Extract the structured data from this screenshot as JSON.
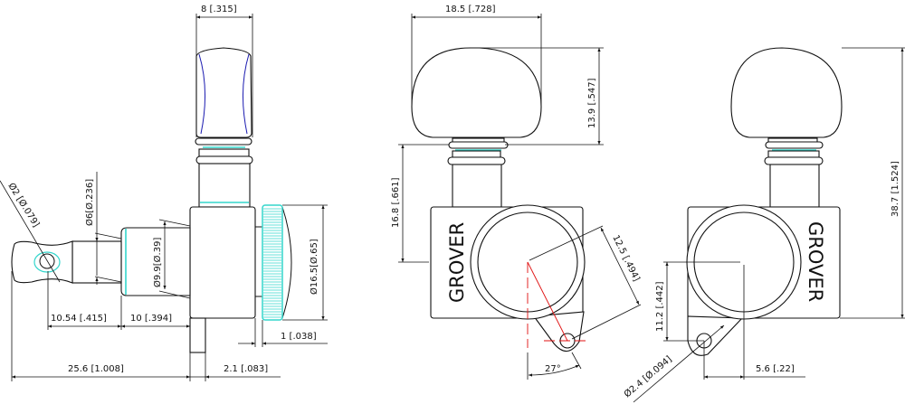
{
  "drawing": {
    "side_view": {
      "knob_width": "8 [.315]",
      "post_diameter": "Ø6[Ø.236]",
      "hole_diameter": "Ø2 [Ø.079]",
      "bushing_diameter": "Ø9.9[Ø.39]",
      "gear_diameter": "Ø16.5[Ø.65]",
      "hole_to_bushing": "10.54 [.415]",
      "bushing_length": "10 [.394]",
      "gear_gap": "1 [.038]",
      "overall_length": "25.6 [1.008]",
      "pin_width": "2.1 [.083]"
    },
    "front_view": {
      "knob_width": "18.5 [.728]",
      "knob_height": "13.9 [.547]",
      "shaft_height": "16.8 [.661]",
      "hole_distance": "12.5 [.494]",
      "angle": "27°",
      "brand": "GROVER"
    },
    "back_view": {
      "overall_height": "38.7 [1.524]",
      "hole_vertical": "11.2 [.442]",
      "hole_horizontal": "5.6 [.22]",
      "screw_hole_diameter": "Ø2.4 [Ø.094]",
      "brand": "GROVER"
    }
  },
  "colors": {
    "line": "#111111",
    "accent_cyan": "#33d6cc",
    "accent_blue": "#1a1ab0",
    "centerline_red": "#e01010"
  }
}
